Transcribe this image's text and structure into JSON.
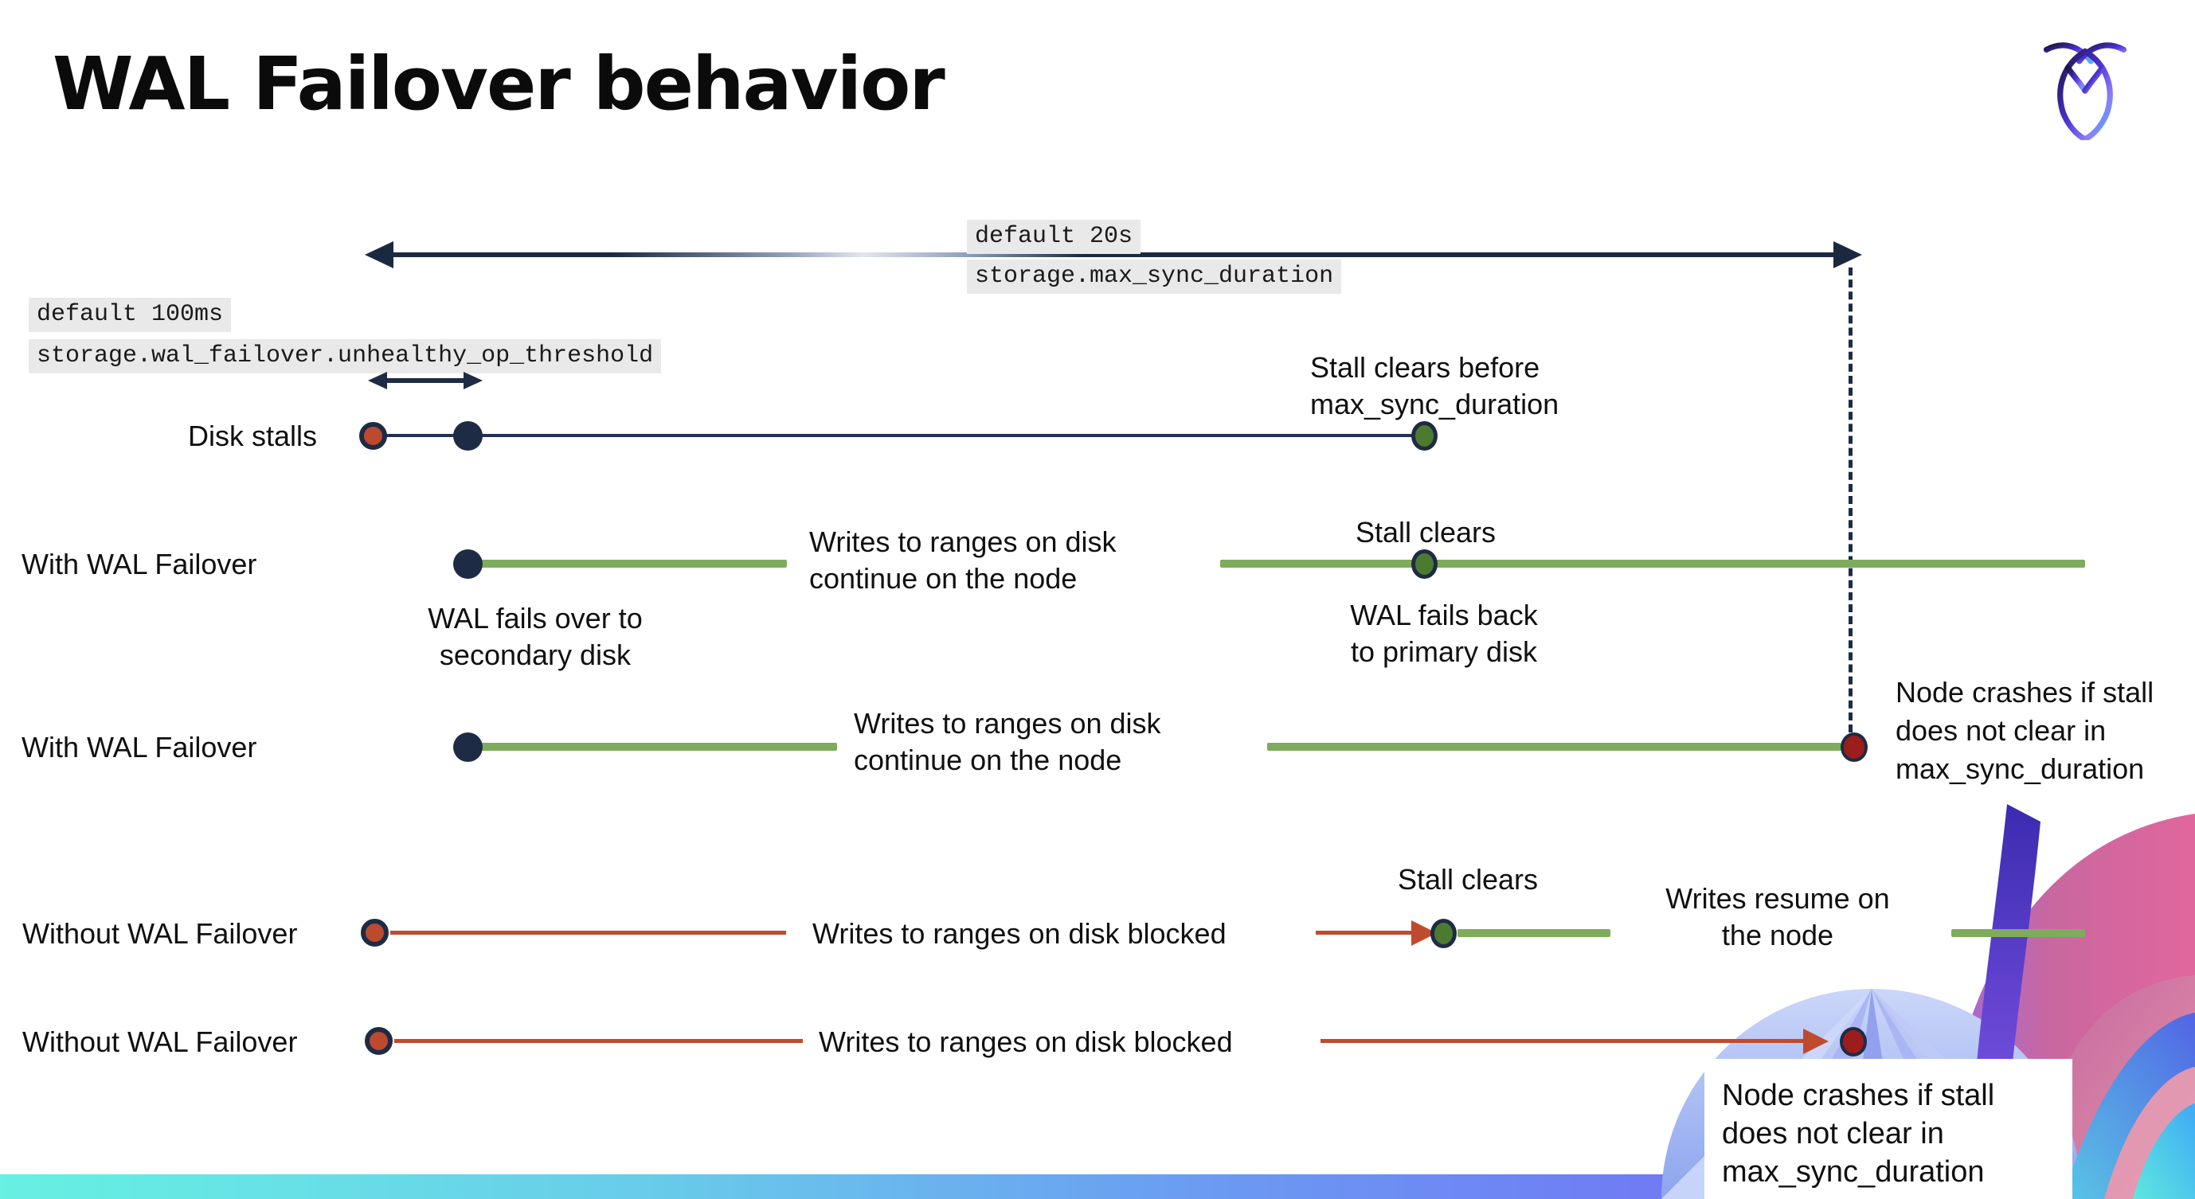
{
  "page": {
    "title": "WAL Failover behavior"
  },
  "settings_callouts": {
    "max_sync_duration": {
      "default_label": "default 20s",
      "setting_name": "storage.max_sync_duration"
    },
    "unhealthy_op_threshold": {
      "default_label": "default 100ms",
      "setting_name": "storage.wal_failover.unhealthy_op_threshold"
    }
  },
  "rows": {
    "disk_stalls": {
      "label": "Disk stalls",
      "stall_clears_note": "Stall clears before\nmax_sync_duration"
    },
    "with_failover_1": {
      "label": "With WAL Failover",
      "failover_note": "WAL fails over to\nsecondary disk",
      "writes_note": "Writes to ranges on disk\ncontinue on the node",
      "stall_clears_note": "Stall clears",
      "failback_note": "WAL fails  back\nto primary disk"
    },
    "with_failover_2": {
      "label": "With WAL Failover",
      "writes_note": "Writes to ranges on disk\ncontinue on the node",
      "crash_note": "Node crashes if stall\ndoes not clear in\nmax_sync_duration"
    },
    "without_failover_1": {
      "label": "Without WAL Failover",
      "blocked_note": "Writes to ranges on disk  blocked",
      "stall_clears_note": "Stall clears",
      "resume_note": "Writes resume on\nthe node"
    },
    "without_failover_2": {
      "label": "Without WAL Failover",
      "blocked_note": "Writes to ranges on disk  blocked",
      "crash_note": "Node crashes if stall\ndoes not clear in\nmax_sync_duration"
    }
  },
  "colors": {
    "navy": "#1E2B45",
    "timeline_navy_line": "#223253",
    "green_line": "#7FAC5C",
    "green_dot": "#4C7A31",
    "red_line": "#C04A2E",
    "red_dot": "#BC4A2F",
    "dark_red_dot": "#9C1D1C",
    "setting_label_bg": "#E9E9E9",
    "bottom_bar_gradient": [
      "#66F1E2",
      "#6B9BF2",
      "#7D55F0"
    ],
    "brand_art": [
      "#E0679D",
      "#9A6AE0",
      "#8EA5EE",
      "#4A3AD0",
      "#52E8E4"
    ]
  }
}
